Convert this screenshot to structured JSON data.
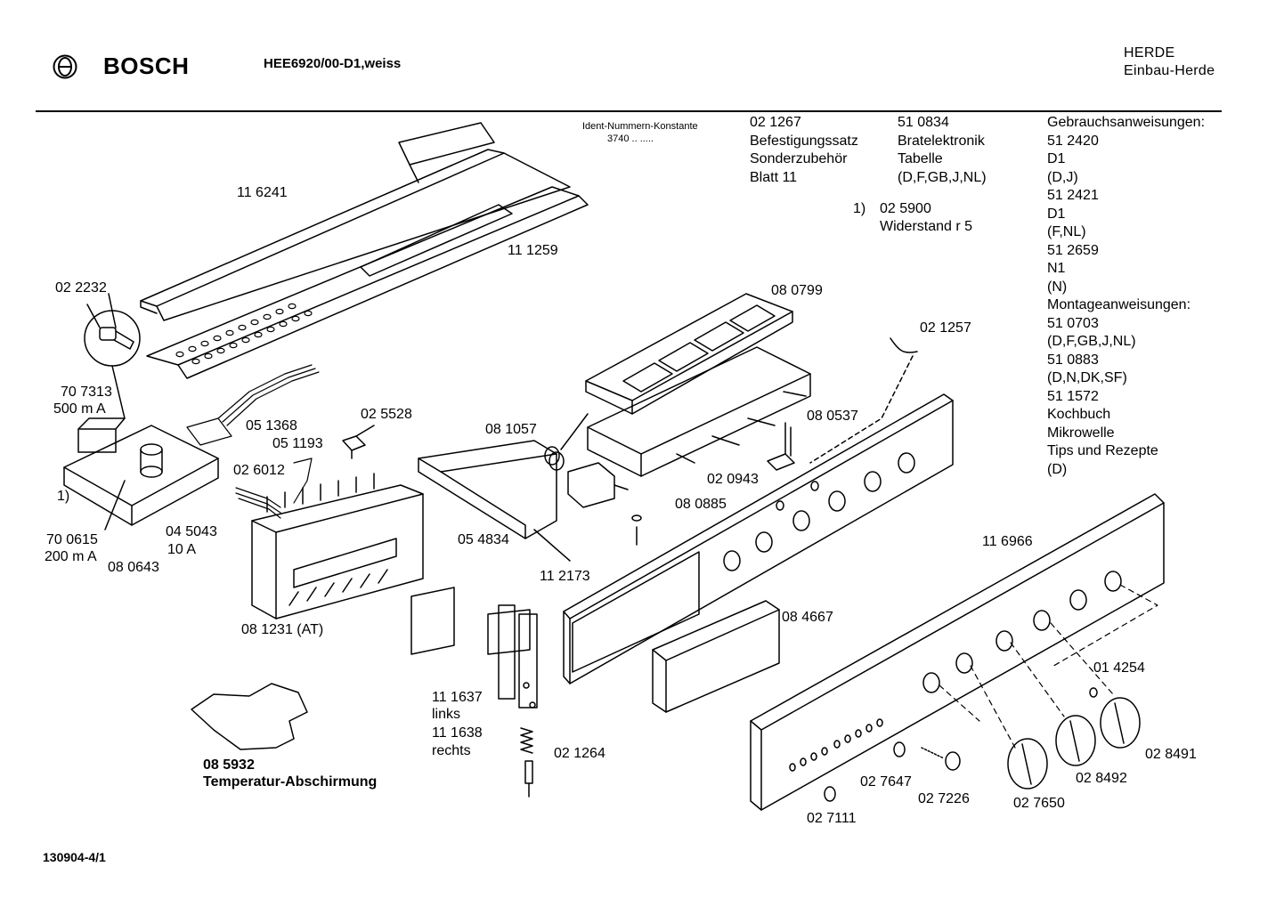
{
  "header": {
    "brand": "BOSCH",
    "model": "HEE6920/00-D1,weiss",
    "category": "HERDE",
    "subcategory": "Einbau-Herde"
  },
  "ident": {
    "title": "Ident-Nummern-Konstante",
    "value": "3740  ..  ....."
  },
  "info_col1": [
    "02 1267",
    "Befestigungssatz",
    "Sonderzubehör",
    "Blatt 11"
  ],
  "info_col2": [
    "51 0834",
    "Bratelektronik",
    "Tabelle",
    "(D,F,GB,J,NL)"
  ],
  "footnote": {
    "marker": "1)",
    "number": "02 5900",
    "text": "Widerstand r 5"
  },
  "docs_col": [
    "Gebrauchsanweisungen:",
    "51 2420",
    "D1",
    "(D,J)",
    "51 2421",
    "D1",
    "(F,NL)",
    "51 2659",
    "N1",
    "(N)",
    "Montageanweisungen:",
    "51 0703",
    "(D,F,GB,J,NL)",
    "51 0883",
    "(D,N,DK,SF)",
    "51 1572",
    "Kochbuch",
    "Mikrowelle",
    "Tips und Rezepte",
    "(D)"
  ],
  "parts": {
    "p116241": "11 6241",
    "p111259": "11 1259",
    "p022232": "02 2232",
    "p080799": "08 0799",
    "p021257": "02 1257",
    "p707313": "70 7313",
    "p500ma": "500 m A",
    "p051368": "05 1368",
    "p025528": "02 5528",
    "p080537": "08 0537",
    "p081057": "08 1057",
    "p051193": "05 1193",
    "p026012": "02 6012",
    "p020943": "02 0943",
    "fn1": "1)",
    "p080885": "08 0885",
    "p700615": "70 0615",
    "p200ma": "200 m A",
    "p045043": "04 5043",
    "p10a": "10 A",
    "p080643": "08 0643",
    "p054834": "05 4834",
    "p116966": "11 6966",
    "p112173": "11 2173",
    "p084667": "08 4667",
    "p081231": "08 1231 (AT)",
    "p014254": "01 4254",
    "p111637": "11 1637",
    "links": "links",
    "p111638": "11 1638",
    "rechts": "rechts",
    "p028491": "02 8491",
    "p021264": "02 1264",
    "p028492": "02 8492",
    "p027647": "02 7647",
    "p027226": "02 7226",
    "p027650": "02 7650",
    "p027111": "02 7111",
    "p085932": "08 5932",
    "shield": "Temperatur-Abschirmung"
  },
  "footer": {
    "code": "130904-4/1"
  }
}
